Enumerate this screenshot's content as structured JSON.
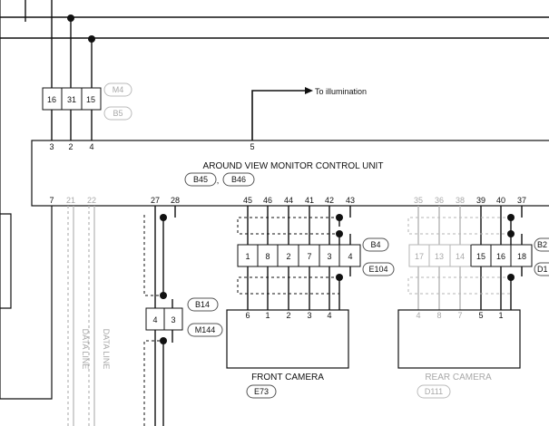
{
  "illumination": {
    "label": "To illumination"
  },
  "control_unit": {
    "title": "AROUND VIEW MONITOR CONTROL UNIT",
    "connectors": [
      "B45",
      "B46"
    ],
    "separator": ",",
    "top_pins": [
      "3",
      "2",
      "4",
      "5"
    ],
    "bottom_pins": [
      "7",
      "21",
      "22",
      "27",
      "28",
      "45",
      "46",
      "44",
      "41",
      "42",
      "43",
      "35",
      "36",
      "38",
      "39",
      "40",
      "37"
    ]
  },
  "top_connector": {
    "pins": [
      "16",
      "31",
      "15"
    ],
    "labels": [
      "M4",
      "B5"
    ]
  },
  "left_connector": {
    "pins": [
      "4",
      "3"
    ],
    "labels": [
      "B14",
      "M144"
    ]
  },
  "front_connector": {
    "pins": [
      "1",
      "8",
      "2",
      "7",
      "3",
      "4"
    ],
    "labels": [
      "B4",
      "E104"
    ]
  },
  "rear_connector": {
    "pins": [
      "17",
      "13",
      "14",
      "15",
      "16",
      "18"
    ],
    "labels": [
      "B2",
      "D1"
    ]
  },
  "front_camera": {
    "name": "FRONT CAMERA",
    "connector": "E73",
    "pins": [
      "6",
      "1",
      "2",
      "3",
      "4"
    ]
  },
  "rear_camera": {
    "name": "REAR CAMERA",
    "connector": "D111",
    "pins": [
      "4",
      "8",
      "7",
      "5",
      "1"
    ]
  },
  "data_lines": [
    "DATA LINE",
    "DATA LINE"
  ],
  "colors": {
    "line": "#111111",
    "faded": "#a8a8a8",
    "background": "#ffffff"
  }
}
